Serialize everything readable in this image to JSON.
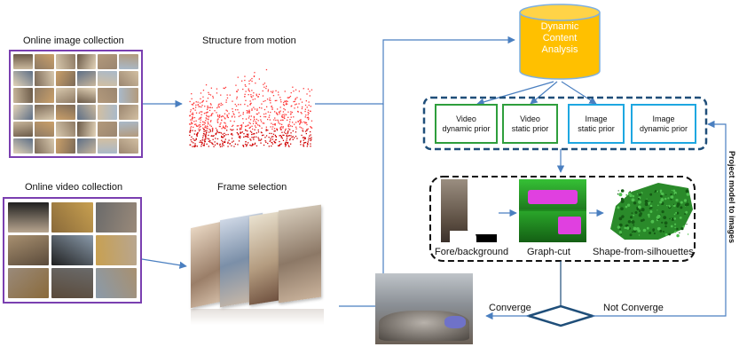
{
  "labels": {
    "online_image_collection": "Online image collection",
    "structure_from_motion": "Structure from motion",
    "online_video_collection": "Online video collection",
    "frame_selection": "Frame selection",
    "dynamic_content_analysis_line1": "Dynamic",
    "dynamic_content_analysis_line2": "Content",
    "dynamic_content_analysis_line3": "Analysis",
    "fore_background": "Fore/background",
    "graph_cut": "Graph-cut",
    "shape_from_silhouettes": "Shape-from-silhouettes",
    "converge": "Converge",
    "not_converge": "Not Converge",
    "project_model_to_images": "Project model to images"
  },
  "priors": [
    {
      "line1": "Video",
      "line2": "dynamic prior",
      "color": "#2e9e3c"
    },
    {
      "line1": "Video",
      "line2": "static prior",
      "color": "#2e9e3c"
    },
    {
      "line1": "Image",
      "line2": "static prior",
      "color": "#1ea7e1"
    },
    {
      "line1": "Image",
      "line2": "dynamic prior",
      "color": "#1ea7e1"
    }
  ],
  "colors": {
    "collage_border": "#7a3fb0",
    "arrow": "#4a7fc0",
    "cylinder_fill": "#ffc000",
    "cylinder_stroke": "#7fb0e0",
    "point_cloud": "#e01010",
    "green_prior": "#2e9e3c",
    "blue_prior": "#1ea7e1",
    "silhouette_green": "#2a8a2a"
  }
}
